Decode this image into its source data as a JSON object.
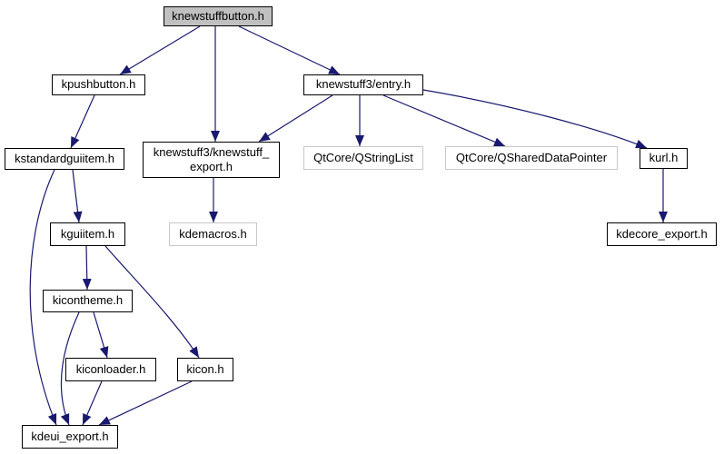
{
  "diagram": {
    "type": "include-dependency-graph",
    "root": "knewstuffbutton.h",
    "colors": {
      "edge": "#191970",
      "node_border": "#000000",
      "external_node_border": "#c8c8c8",
      "root_fill": "#c0c0c0",
      "node_fill": "#ffffff",
      "text": "#000000",
      "background": "#ffffff"
    },
    "nodes": [
      {
        "id": "knewstuffbutton",
        "label": "knewstuffbutton.h",
        "kind": "root"
      },
      {
        "id": "kpushbutton",
        "label": "kpushbutton.h",
        "kind": "internal"
      },
      {
        "id": "entry",
        "label": "knewstuff3/entry.h",
        "kind": "internal"
      },
      {
        "id": "kstandardguiitem",
        "label": "kstandardguiitem.h",
        "kind": "internal"
      },
      {
        "id": "knewstuff-export",
        "label": "knewstuff3/knewstuff_export.h",
        "kind": "internal"
      },
      {
        "id": "qstringlist",
        "label": "QtCore/QStringList",
        "kind": "external"
      },
      {
        "id": "qshareddatapointer",
        "label": "QtCore/QSharedDataPointer",
        "kind": "external"
      },
      {
        "id": "kurl",
        "label": "kurl.h",
        "kind": "internal"
      },
      {
        "id": "kdemacros",
        "label": "kdemacros.h",
        "kind": "external"
      },
      {
        "id": "kdecore-export",
        "label": "kdecore_export.h",
        "kind": "internal"
      },
      {
        "id": "kguiitem",
        "label": "kguiitem.h",
        "kind": "internal"
      },
      {
        "id": "kicontheme",
        "label": "kicontheme.h",
        "kind": "internal"
      },
      {
        "id": "kiconloader",
        "label": "kiconloader.h",
        "kind": "internal"
      },
      {
        "id": "kicon",
        "label": "kicon.h",
        "kind": "internal"
      },
      {
        "id": "kdeui-export",
        "label": "kdeui_export.h",
        "kind": "internal"
      }
    ],
    "edges": [
      {
        "from": "knewstuffbutton.h",
        "to": "kpushbutton.h"
      },
      {
        "from": "knewstuffbutton.h",
        "to": "knewstuff3/knewstuff_export.h"
      },
      {
        "from": "knewstuffbutton.h",
        "to": "knewstuff3/entry.h"
      },
      {
        "from": "kpushbutton.h",
        "to": "kstandardguiitem.h"
      },
      {
        "from": "knewstuff3/entry.h",
        "to": "knewstuff3/knewstuff_export.h"
      },
      {
        "from": "knewstuff3/entry.h",
        "to": "QtCore/QStringList"
      },
      {
        "from": "knewstuff3/entry.h",
        "to": "QtCore/QSharedDataPointer"
      },
      {
        "from": "knewstuff3/entry.h",
        "to": "kurl.h"
      },
      {
        "from": "knewstuff3/knewstuff_export.h",
        "to": "kdemacros.h"
      },
      {
        "from": "kurl.h",
        "to": "kdecore_export.h"
      },
      {
        "from": "kstandardguiitem.h",
        "to": "kguiitem.h"
      },
      {
        "from": "kstandardguiitem.h",
        "to": "kdeui_export.h"
      },
      {
        "from": "kguiitem.h",
        "to": "kicontheme.h"
      },
      {
        "from": "kguiitem.h",
        "to": "kicon.h"
      },
      {
        "from": "kicontheme.h",
        "to": "kiconloader.h"
      },
      {
        "from": "kicontheme.h",
        "to": "kdeui_export.h"
      },
      {
        "from": "kiconloader.h",
        "to": "kdeui_export.h"
      },
      {
        "from": "kicon.h",
        "to": "kdeui_export.h"
      }
    ]
  }
}
